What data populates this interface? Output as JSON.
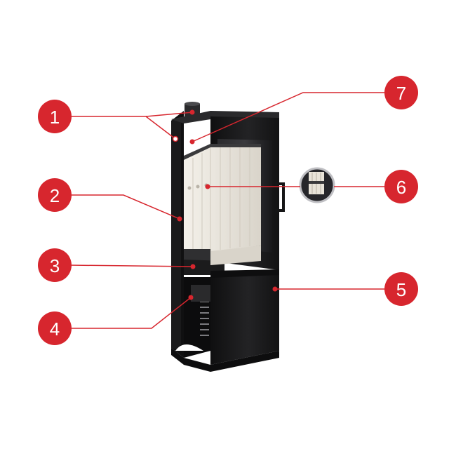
{
  "colors": {
    "accent": "#d7262e",
    "stove_body": "#1c1c1e",
    "firebox_lining": "#ede9e1",
    "background": "#ffffff"
  },
  "callouts": [
    {
      "label": "1",
      "part": "top-frame"
    },
    {
      "label": "2",
      "part": "firebox-lining"
    },
    {
      "label": "3",
      "part": "grate"
    },
    {
      "label": "4",
      "part": "air-supply"
    },
    {
      "label": "5",
      "part": "lower-compartment"
    },
    {
      "label": "6",
      "part": "air-inlet-detail"
    },
    {
      "label": "7",
      "part": "baffle"
    }
  ],
  "icons": {
    "marker": "callout-circle",
    "detail": "magnifier-detail-icon"
  }
}
